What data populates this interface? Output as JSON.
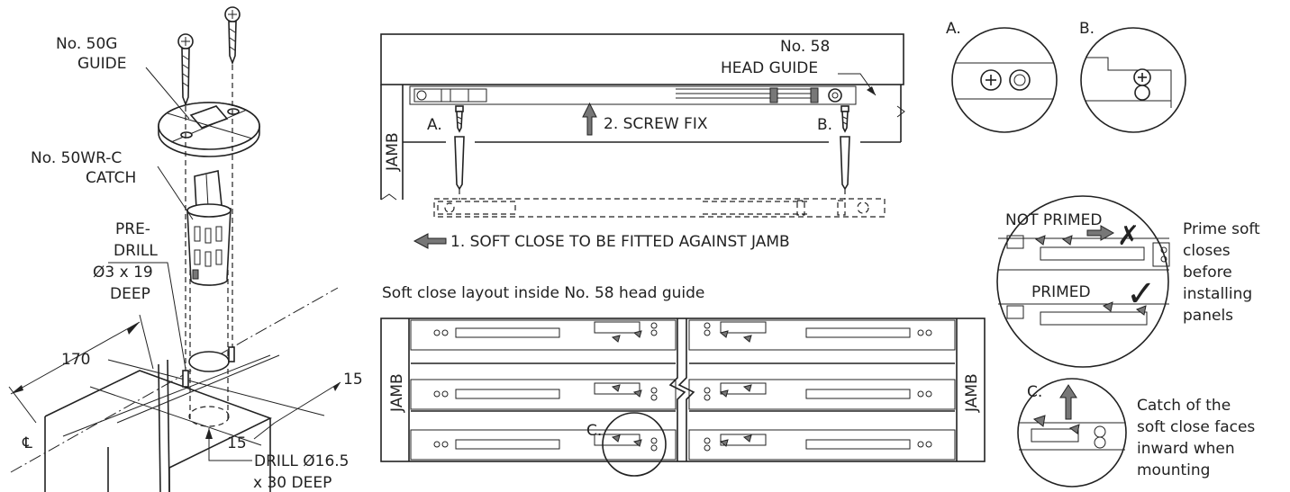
{
  "left": {
    "guide_label_1": "No. 50G",
    "guide_label_2": "GUIDE",
    "catch_label_1": "No. 50WR-C",
    "catch_label_2": "CATCH",
    "predrill_1": "PRE-",
    "predrill_2": "DRILL",
    "predrill_3": "Ø3 x 19",
    "predrill_4": "DEEP",
    "dim_170": "170",
    "dim_15_right": "15",
    "dim_15_bottom": "15",
    "drill_1": "DRILL Ø16.5",
    "drill_2": "x 30 DEEP",
    "centerline": "℄"
  },
  "top_center": {
    "head_guide_1": "No. 58",
    "head_guide_2": "HEAD GUIDE",
    "jamb": "JAMB",
    "label_a": "A.",
    "label_b": "B.",
    "screw_fix": "2. SCREW FIX",
    "soft_close": "1. SOFT CLOSE TO BE FITTED AGAINST JAMB"
  },
  "bottom_center": {
    "layout_title": "Soft close layout inside  No. 58 head guide",
    "jamb_left": "JAMB",
    "jamb_right": "JAMB",
    "label_c": "C."
  },
  "right": {
    "detail_a": "A.",
    "detail_b": "B.",
    "not_primed": "NOT PRIMED",
    "primed": "PRIMED",
    "prime_note": [
      "Prime soft",
      "closes",
      "before",
      "installing",
      "panels"
    ],
    "detail_c": "C.",
    "catch_note": [
      "Catch of the",
      "soft close faces",
      "inward when",
      "mounting"
    ],
    "cross_icon": "cross-mark-icon",
    "check_icon": "check-mark-icon"
  }
}
